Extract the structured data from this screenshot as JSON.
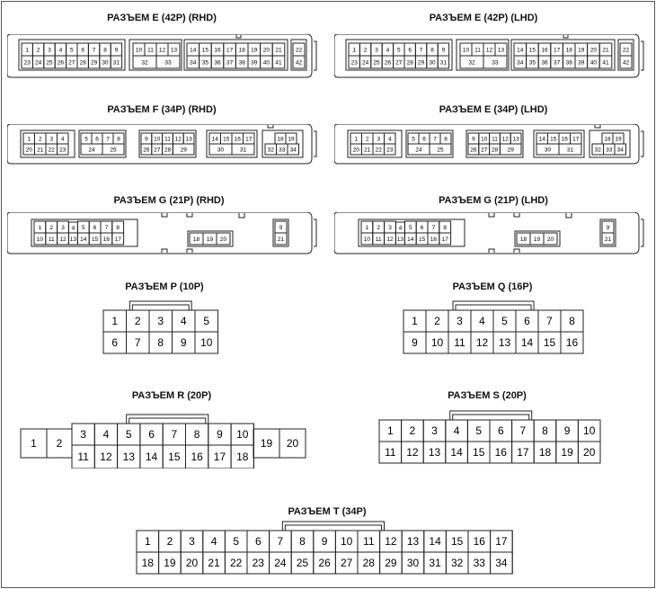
{
  "connectors": [
    {
      "id": "e42-rhd",
      "title": "РАЗЪЕМ E (42P) (RHD)"
    },
    {
      "id": "e42-lhd",
      "title": "РАЗЪЕМ E (42P) (LHD)"
    },
    {
      "id": "f34-rhd",
      "title": "РАЗЪЕМ F (34P) (RHD)"
    },
    {
      "id": "e34-lhd",
      "title": "РАЗЪЕМ E (34P) (LHD)"
    },
    {
      "id": "g21-rhd",
      "title": "РАЗЪЕМ G (21P) (RHD)"
    },
    {
      "id": "g21-lhd",
      "title": "РАЗЪЕМ G (21P) (LHD)"
    },
    {
      "id": "p10",
      "title": "РАЗЪЕМ P (10P)"
    },
    {
      "id": "q16",
      "title": "РАЗЪЕМ Q (16P)"
    },
    {
      "id": "r20",
      "title": "РАЗЪЕМ R (20P)"
    },
    {
      "id": "s20",
      "title": "РАЗЪЕМ S (20P)"
    },
    {
      "id": "t34",
      "title": "РАЗЪЕМ T (34P)"
    }
  ],
  "pin_groups": {
    "e42": {
      "top": [
        [
          "1",
          "2",
          "3",
          "4",
          "5",
          "6",
          "7",
          "8",
          "9"
        ],
        [
          "10",
          "11",
          "12",
          "13"
        ],
        [
          "14",
          "15",
          "16",
          "17",
          "18",
          "19",
          "20",
          "21"
        ],
        [
          "22"
        ]
      ],
      "bottom": [
        [
          "23",
          "24",
          "25",
          "26",
          "27",
          "28",
          "29",
          "30",
          "31"
        ],
        [
          "32",
          "33"
        ],
        [
          "34",
          "35",
          "36",
          "37",
          "38",
          "39",
          "40",
          "41"
        ],
        [
          "42"
        ]
      ]
    },
    "e34": {
      "top": [
        [
          "1",
          "2",
          "3",
          "4"
        ],
        [
          "5",
          "6",
          "7",
          "8"
        ],
        [
          "9",
          "10",
          "11",
          "12",
          "13"
        ],
        [
          "14",
          "15",
          "16",
          "17"
        ],
        [
          "18",
          "19"
        ]
      ],
      "bottom": [
        [
          "20",
          "21",
          "22",
          "23"
        ],
        [
          "24",
          "25"
        ],
        [
          "26",
          "27",
          "28",
          "29"
        ],
        [
          "30",
          "31"
        ],
        [
          "32",
          "33",
          "34"
        ]
      ]
    },
    "g21": {
      "top": [
        [
          "1",
          "2",
          "3",
          "4",
          "5",
          "6",
          "7",
          "8"
        ],
        [
          "9"
        ]
      ],
      "bottom": [
        [
          "10",
          "11",
          "12",
          "13",
          "14",
          "15",
          "16",
          "17"
        ],
        [
          "18",
          "19",
          "20"
        ],
        [
          "21"
        ]
      ]
    },
    "p10": {
      "top": [
        "1",
        "2",
        "3",
        "4",
        "5"
      ],
      "bottom": [
        "6",
        "7",
        "8",
        "9",
        "10"
      ]
    },
    "q16": {
      "top": [
        "1",
        "2",
        "3",
        "4",
        "5",
        "6",
        "7",
        "8"
      ],
      "bottom": [
        "9",
        "10",
        "11",
        "12",
        "13",
        "14",
        "15",
        "16"
      ]
    },
    "r20": {
      "sides": [
        "1",
        "2",
        "19",
        "20"
      ],
      "top": [
        "3",
        "4",
        "5",
        "6",
        "7",
        "8",
        "9",
        "10"
      ],
      "bottom": [
        "11",
        "12",
        "13",
        "14",
        "15",
        "16",
        "17",
        "18"
      ]
    },
    "s20": {
      "top": [
        "1",
        "2",
        "3",
        "4",
        "5",
        "6",
        "7",
        "8",
        "9",
        "10"
      ],
      "bottom": [
        "11",
        "12",
        "13",
        "14",
        "15",
        "16",
        "17",
        "18",
        "19",
        "20"
      ]
    },
    "t34": {
      "top": [
        "1",
        "2",
        "3",
        "4",
        "5",
        "6",
        "7",
        "8",
        "9",
        "10",
        "11",
        "12",
        "13",
        "14",
        "15",
        "16",
        "17"
      ],
      "bottom": [
        "18",
        "19",
        "20",
        "21",
        "22",
        "23",
        "24",
        "25",
        "26",
        "27",
        "28",
        "29",
        "30",
        "31",
        "32",
        "33",
        "34"
      ]
    }
  }
}
